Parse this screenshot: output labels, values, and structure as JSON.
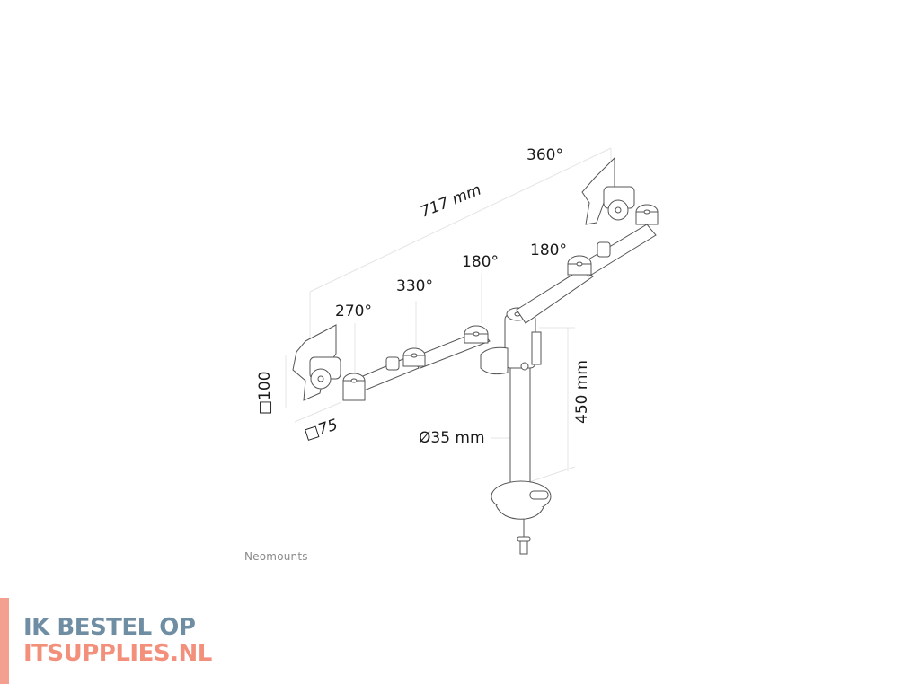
{
  "diagram": {
    "subject": "dual monitor desk mount, line drawing",
    "dimensions": {
      "total_width": "717 mm",
      "pole_height": "450 mm",
      "pole_diameter": "Ø35 mm",
      "vesa_vertical": "□100",
      "vesa_horizontal": "□75"
    },
    "rotation_labels": {
      "right_head": "360°",
      "right_arm_joint": "180°",
      "center_joint": "180°",
      "left_arm_joint": "330°",
      "left_head": "270°"
    },
    "colors": {
      "line": "#555555",
      "text": "#1a1a1a"
    }
  },
  "watermark": {
    "text": "Neomounts"
  },
  "brand": {
    "line1": "IK BESTEL OP",
    "line2": "ITSUPPLIES.NL",
    "color_line1": "#6f8ea3",
    "color_line2": "#f3907c",
    "bar_color": "#f3a090"
  }
}
